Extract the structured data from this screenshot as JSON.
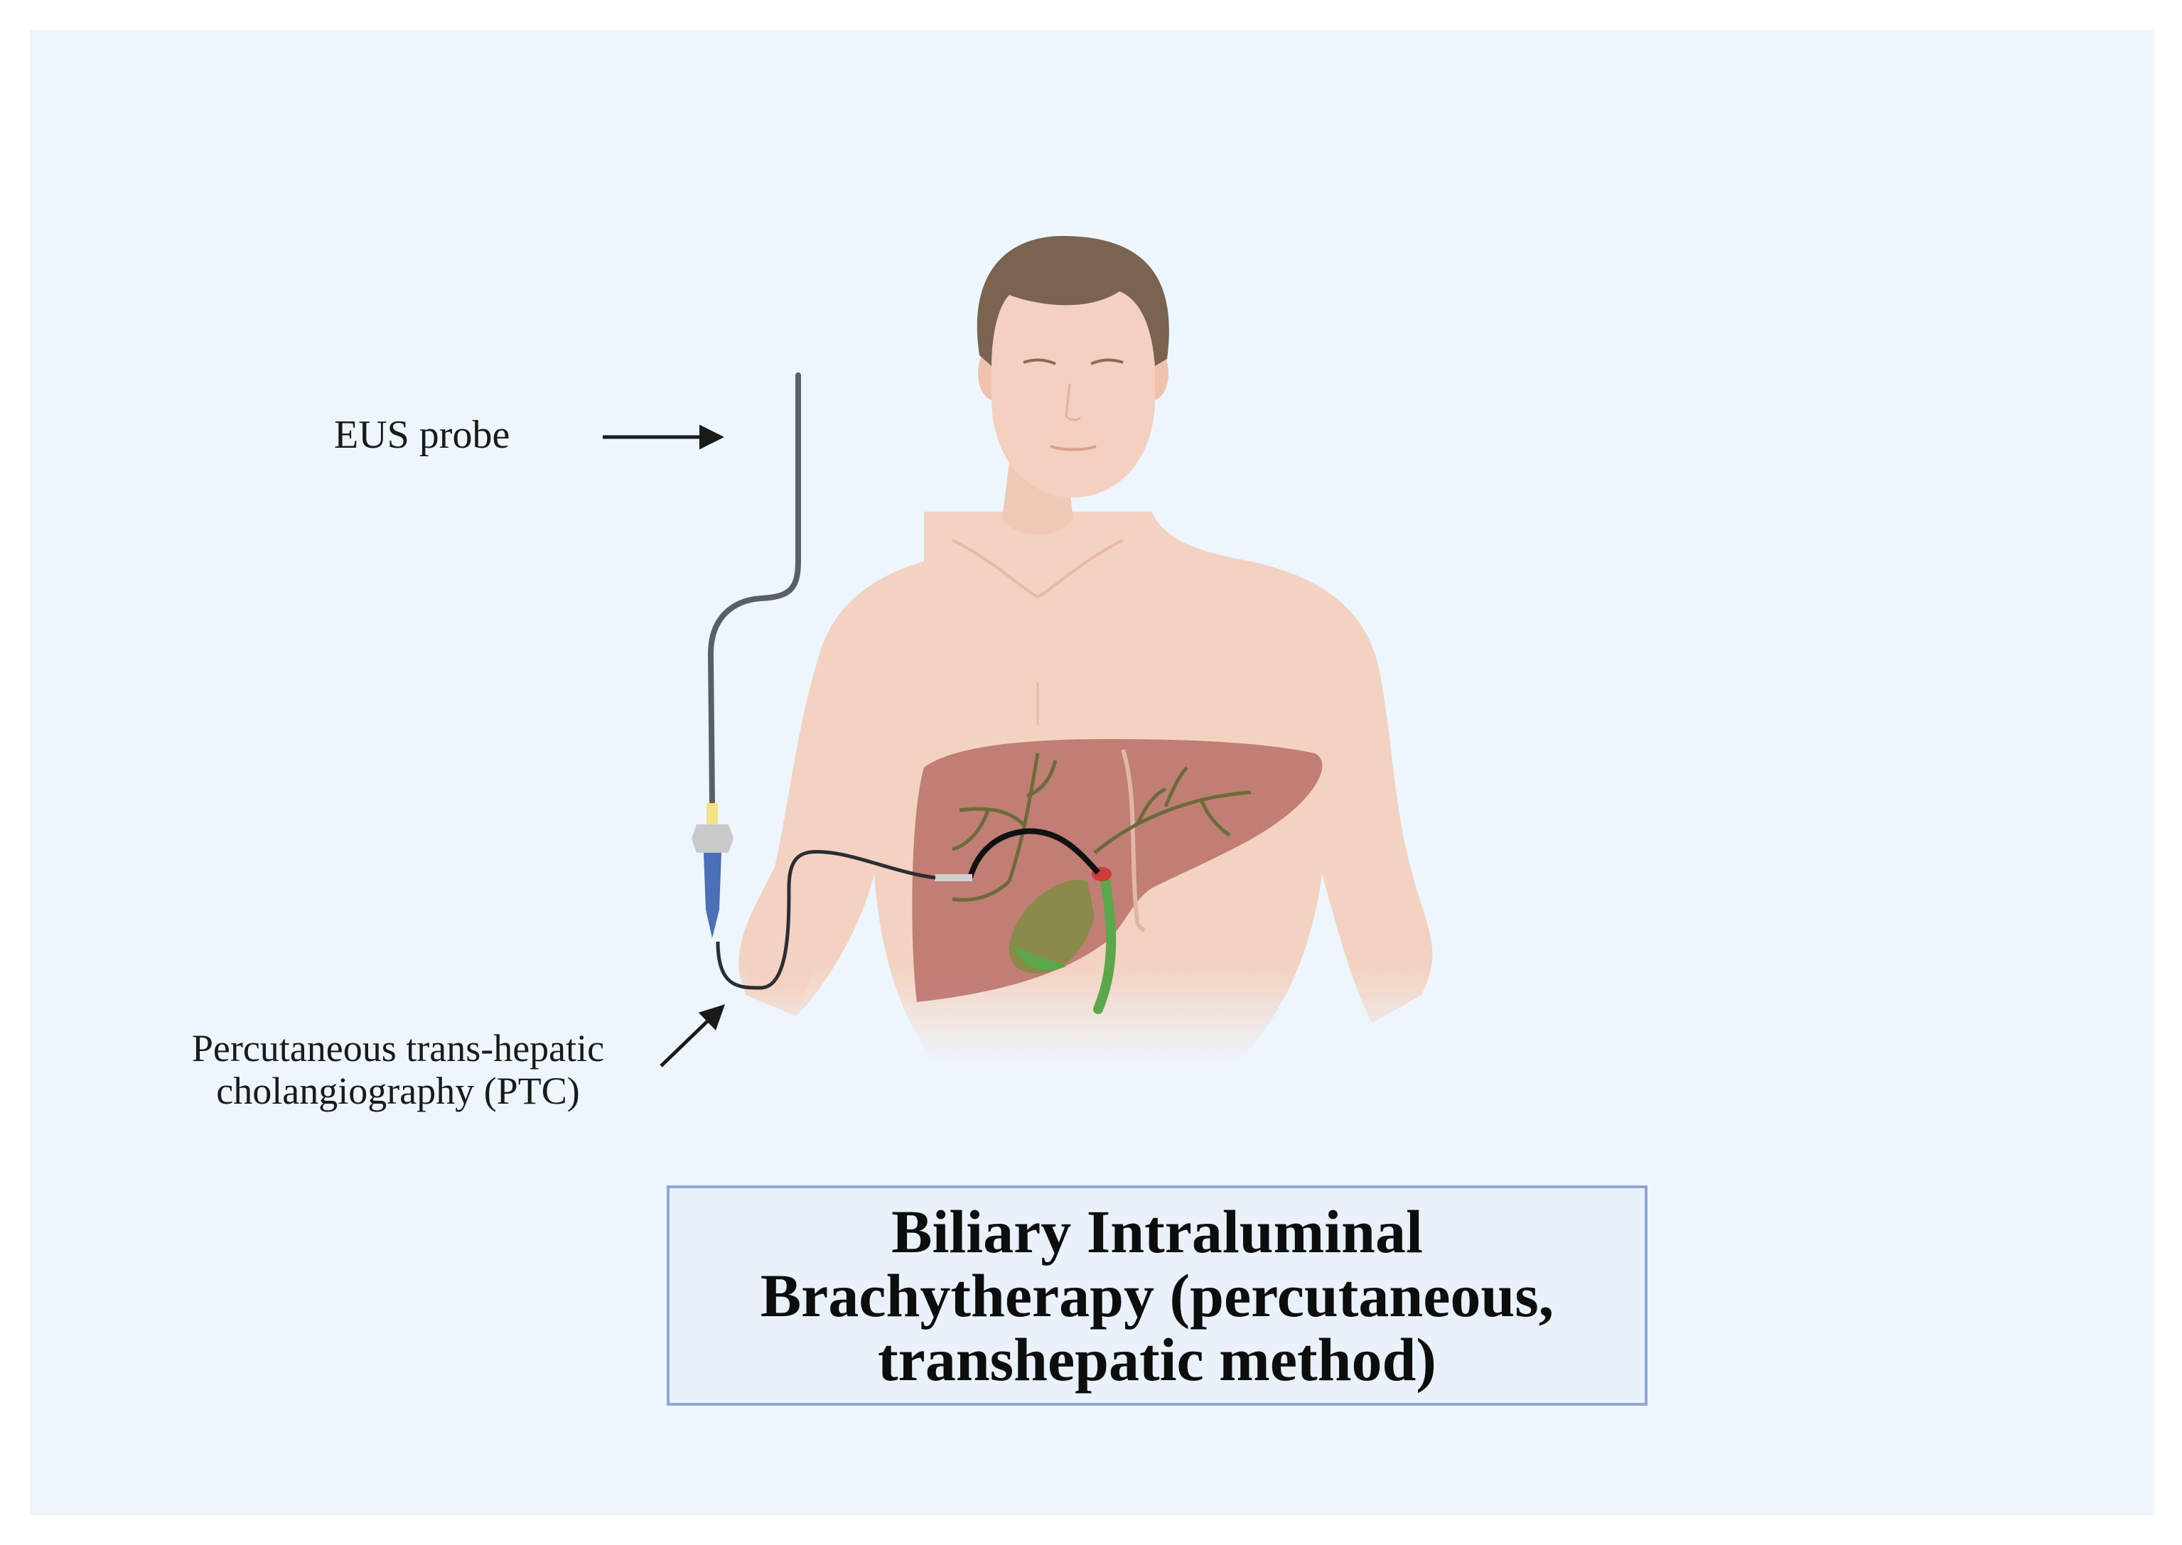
{
  "labels": {
    "eus_probe": "EUS probe",
    "ptc": "Percutaneous trans-hepatic cholangiography (PTC)"
  },
  "title": "Biliary Intraluminal Brachytherapy (percutaneous, transhepatic method)",
  "colors": {
    "background": "#eef6fd",
    "skin": "#f5d4c3",
    "hair": "#7a6450",
    "liver": "#b9726a",
    "gallbladder": "#8a8a4a",
    "bile_duct": "#5aa84a",
    "catheter": "#4a4f55",
    "tumor": "#d03a3a",
    "title_border": "#8fa6d6"
  }
}
